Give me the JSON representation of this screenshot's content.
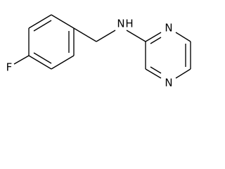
{
  "molecule": {
    "atoms": {
      "fluorine": "F",
      "amine": "N",
      "amine_h": "H",
      "pyrimidine_n1": "N",
      "pyrimidine_n3": "N"
    }
  },
  "colors": {
    "ink": "#000000",
    "background": "#ffffff"
  }
}
